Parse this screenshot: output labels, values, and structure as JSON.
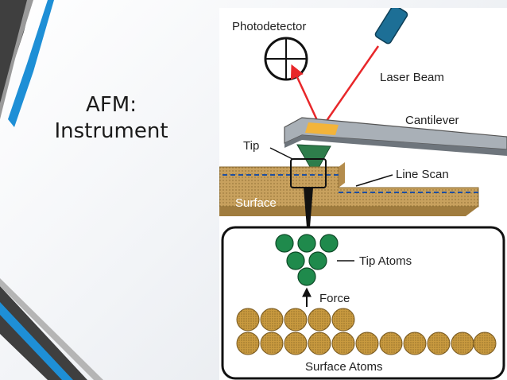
{
  "slide": {
    "title_line1": "AFM:",
    "title_line2": "Instrument",
    "colors": {
      "stripe_blue": "#1e8fd6",
      "stripe_dark": "#3f3f3f",
      "stripe_light": "#9a9a9a"
    }
  },
  "figure": {
    "labels": {
      "photodetector": "Photodetector",
      "laser_beam": "Laser Beam",
      "cantilever": "Cantilever",
      "tip": "Tip",
      "line_scan": "Line Scan",
      "surface": "Surface",
      "tip_atoms": "Tip Atoms",
      "force": "Force",
      "surface_atoms": "Surface Atoms"
    },
    "colors": {
      "laser": "#e8272a",
      "surface": "#c8a15e",
      "cantilever": "#a9b0b7",
      "tip": "#2e7d4b",
      "atom_tip": "#1f8a4c",
      "atom_surface": "#c99a3f",
      "laser_head": "#1d6f96",
      "spot": "#f3b43a"
    }
  }
}
